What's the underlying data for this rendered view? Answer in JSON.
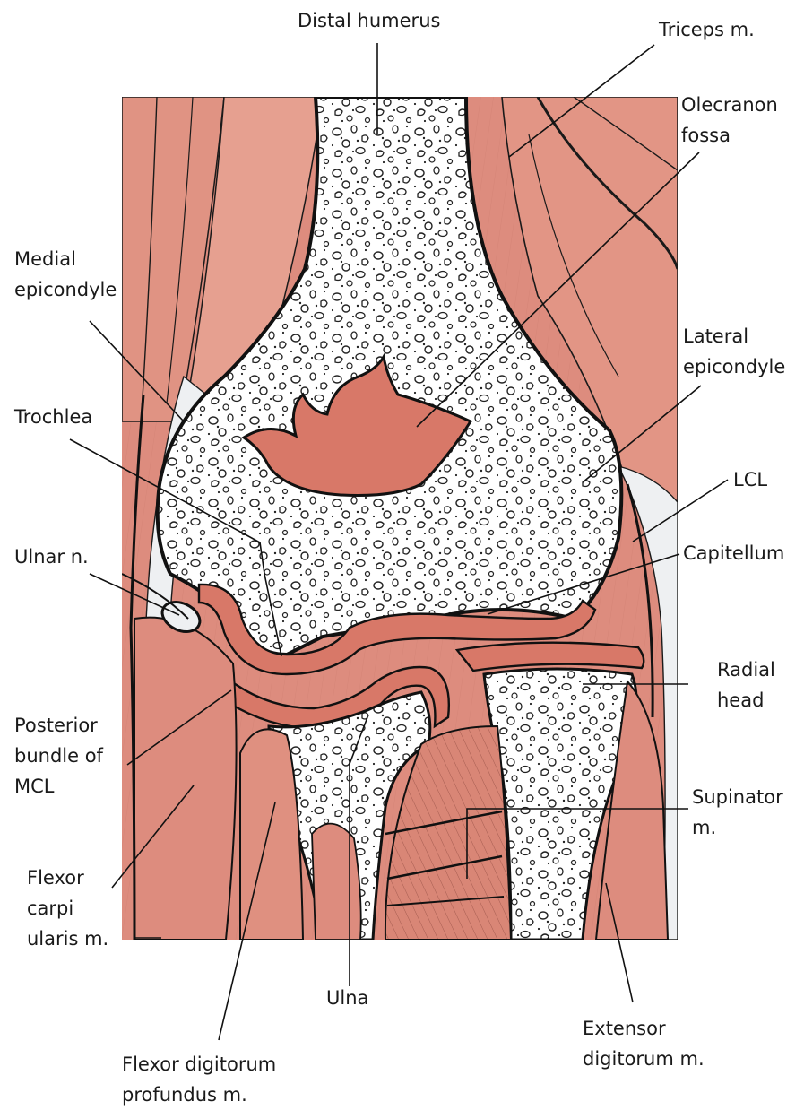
{
  "diagram": {
    "colors": {
      "muscle": "#dd8c7e",
      "muscle_dark": "#c9735f",
      "bone": "#ffffff",
      "cartilage": "#d87868",
      "outline": "#111111",
      "tendon": "#e9ecef"
    },
    "labels": {
      "distal_humerus": [
        "Distal humerus"
      ],
      "triceps": [
        "Triceps m."
      ],
      "olecranon_fossa": [
        "Olecranon",
        "fossa"
      ],
      "medial_epicondyle": [
        "Medial",
        "epicondyle"
      ],
      "lateral_epicondyle": [
        "Lateral",
        "epicondyle"
      ],
      "trochlea": [
        "Trochlea"
      ],
      "lcl": [
        "LCL"
      ],
      "capitellum": [
        "Capitellum"
      ],
      "ulnar_n": [
        "Ulnar n."
      ],
      "radial_head": [
        "Radial",
        "head"
      ],
      "posterior_bundle_mcl": [
        "Posterior",
        "bundle of",
        "MCL"
      ],
      "supinator": [
        "Supinator",
        "m."
      ],
      "flexor_carpi_ularis": [
        "Flexor",
        "carpi",
        "ularis m."
      ],
      "ulna": [
        "Ulna"
      ],
      "extensor_digitorum": [
        "Extensor",
        "digitorum m."
      ],
      "flexor_digitorum_profundus": [
        "Flexor digitorum",
        "profundus m."
      ]
    }
  }
}
